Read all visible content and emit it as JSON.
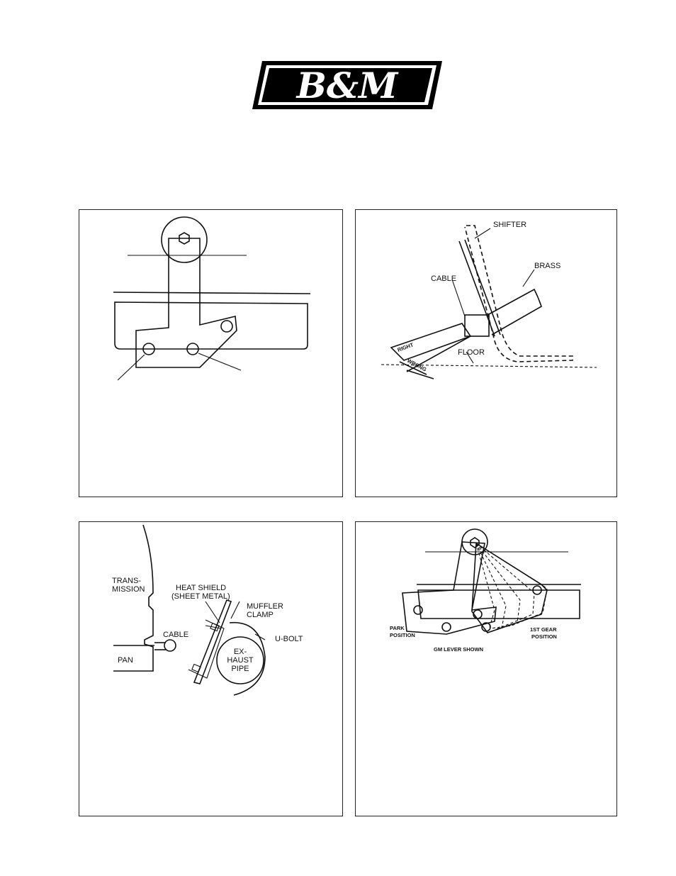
{
  "logo": {
    "text": "B&M"
  },
  "figure2": {
    "labels": {
      "shifter": "SHIFTER",
      "brass": "BRASS",
      "cable": "CABLE",
      "floor": "FLOOR",
      "right": "RIGHT",
      "wrong": "WRONG"
    }
  },
  "figure3": {
    "labels": {
      "transmission_1": "TRANS-",
      "transmission_2": "MISSION",
      "heat_shield_1": "HEAT SHIELD",
      "heat_shield_2": "(SHEET METAL)",
      "muffler_1": "MUFFLER",
      "muffler_2": "CLAMP",
      "cable": "CABLE",
      "ubolt": "U-BOLT",
      "pan": "PAN",
      "exhaust_1": "EX-",
      "exhaust_2": "HAUST",
      "exhaust_3": "PIPE"
    }
  },
  "figure4": {
    "labels": {
      "park_1": "PARK",
      "park_2": "POSITION",
      "first_1": "1ST GEAR",
      "first_2": "POSITION",
      "gm": "GM LEVER SHOWN"
    }
  }
}
